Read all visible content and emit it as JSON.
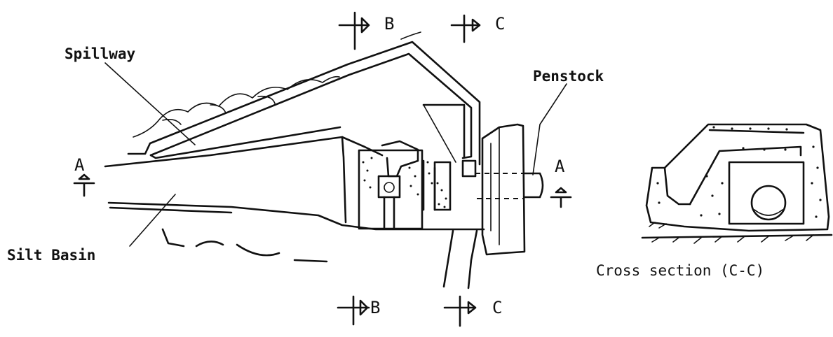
{
  "labels": {
    "spillway": "Spillway",
    "penstock": "Penstock",
    "silt_basin": "Silt Basin",
    "cross_section_caption": "Cross section (C-C)"
  },
  "section_marks": {
    "a_left": "A",
    "a_right": "A",
    "b_top": "B",
    "c_top": "C",
    "b_bottom": "B",
    "c_bottom": "C"
  },
  "colors": {
    "ink": "#111111",
    "paper": "#ffffff"
  }
}
